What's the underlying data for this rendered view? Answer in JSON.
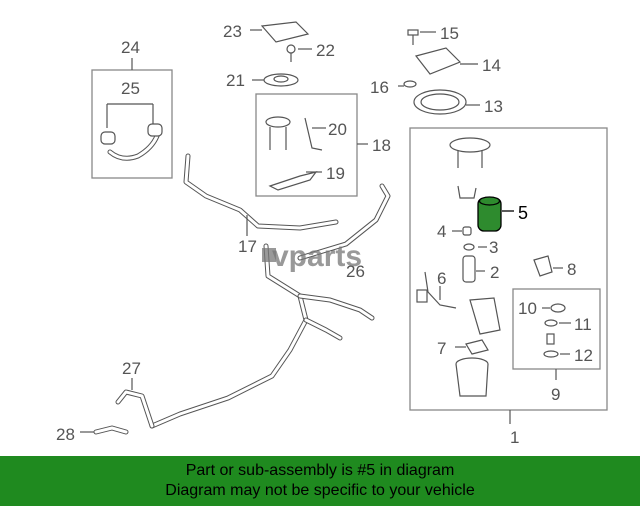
{
  "watermark": "vparts",
  "highlight_color": "#2e8b2e",
  "footer_color": "#1f8a1f",
  "callouts": {
    "n1": "1",
    "n2": "2",
    "n3": "3",
    "n4": "4",
    "n5": "5",
    "n6": "6",
    "n7": "7",
    "n8": "8",
    "n9": "9",
    "n10": "10",
    "n11": "11",
    "n12": "12",
    "n13": "13",
    "n14": "14",
    "n15": "15",
    "n16": "16",
    "n17": "17",
    "n18": "18",
    "n19": "19",
    "n20": "20",
    "n21": "21",
    "n22": "22",
    "n23": "23",
    "n24": "24",
    "n25": "25",
    "n26": "26",
    "n27": "27",
    "n28": "28"
  },
  "footer": {
    "line1": "Part or sub-assembly is #5 in diagram",
    "line2": "Diagram may not be specific to your vehicle"
  }
}
